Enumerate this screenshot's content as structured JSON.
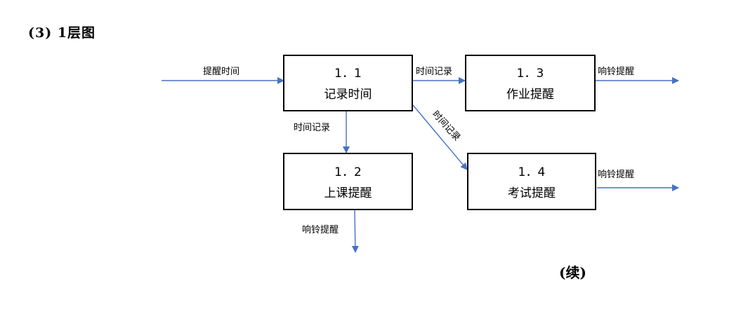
{
  "heading": "(3) 1层图",
  "footer": "(续)",
  "processes": [
    {
      "num": "1．1",
      "label": "记录时间"
    },
    {
      "num": "1．2",
      "label": "上课提醒"
    },
    {
      "num": "1．3",
      "label": "作业提醒"
    },
    {
      "num": "1．4",
      "label": "考试提醒"
    }
  ],
  "flows": [
    {
      "label": "提醒时间"
    },
    {
      "label": "时间记录"
    },
    {
      "label": "时间记录"
    },
    {
      "label": "时间记录"
    },
    {
      "label": "响铃提醒"
    },
    {
      "label": "响铃提醒"
    },
    {
      "label": "响铃提醒"
    }
  ],
  "colors": {
    "arrow": "#4472c4",
    "box_border": "#000000"
  }
}
